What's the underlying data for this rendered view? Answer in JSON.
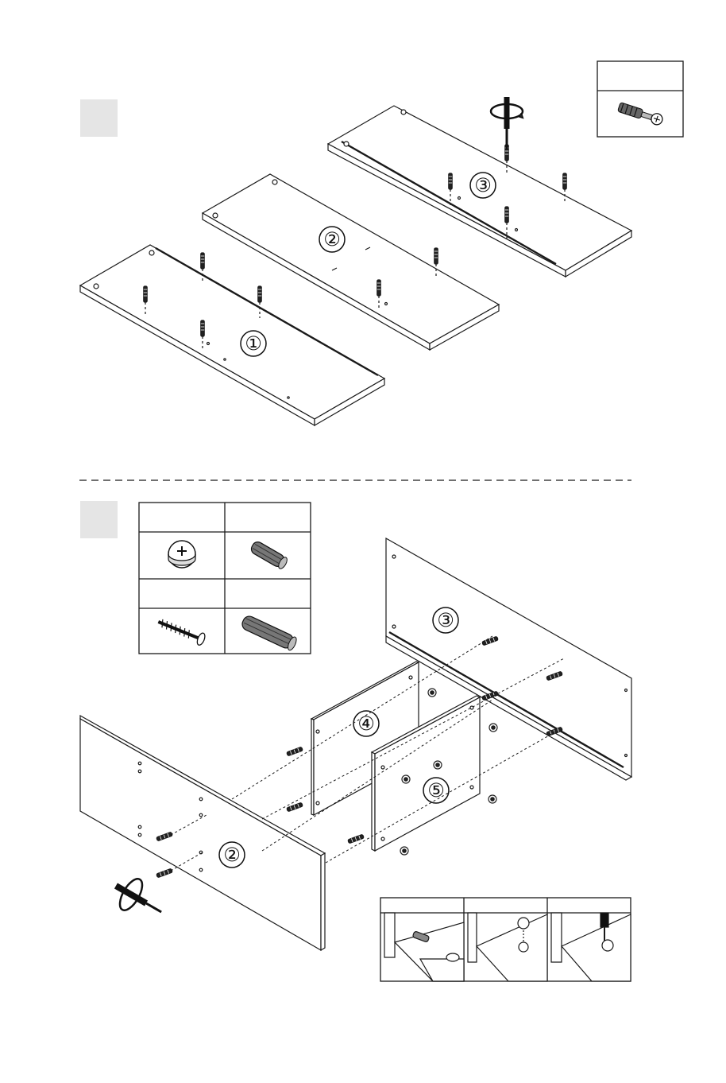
{
  "step1": {
    "part_labels": [
      "①",
      "②",
      "③"
    ]
  },
  "step2": {
    "part_labels": [
      "③",
      "④",
      "②",
      "⑤"
    ]
  },
  "icons": {
    "step1_badge": "step-badge-icon",
    "step1_hardware": "cam-bolt-icon",
    "step2_hardware": [
      "cam-lock-icon",
      "wood-dowel-icon",
      "screw-icon",
      "long-dowel-icon"
    ],
    "detail_panels": [
      "insert-bolt-icon",
      "insert-cam-icon",
      "tighten-cam-icon"
    ]
  },
  "colors": {
    "line": "#1a1a1a",
    "badge_fill": "#e5e5e5",
    "panel_fill": "#ffffff"
  }
}
